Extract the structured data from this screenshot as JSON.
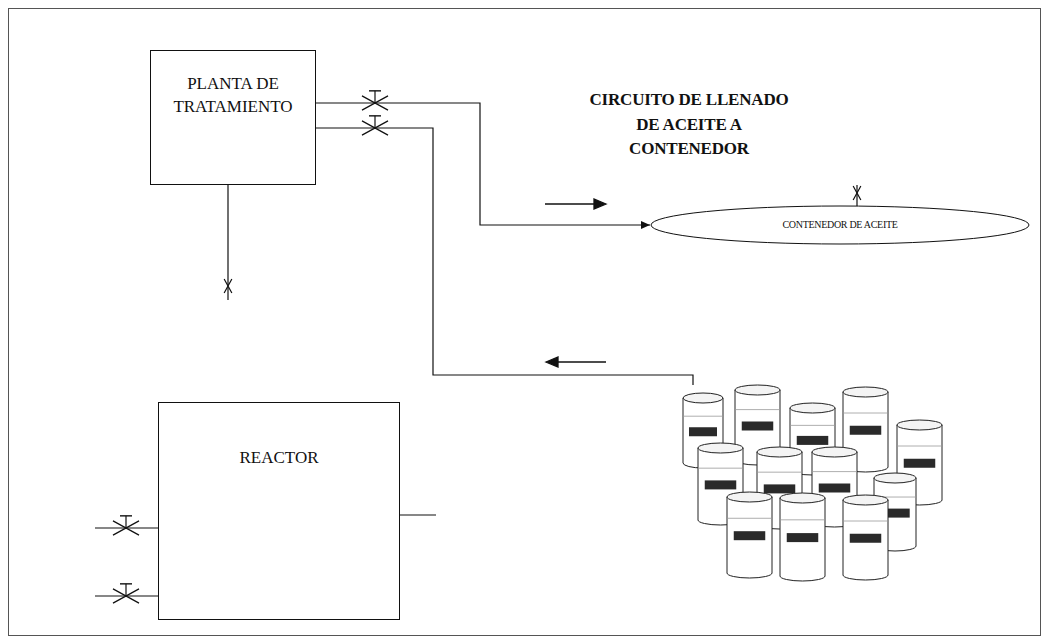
{
  "diagram": {
    "nodes": [
      {
        "text": [
          "PLANTA DE TRATAMIENTO"
        ]
      },
      {
        "text": [
          "CONTENEDOR DE ACEITE"
        ]
      },
      {
        "text": [
          "REACTOR"
        ]
      }
    ],
    "edges": [
      {
        "from": 0,
        "to": 1,
        "arrow": "to"
      }
    ],
    "labels": [
      "CIRCUITO DE LLENADO DE ACEITE A CONTENEDOR"
    ]
  }
}
